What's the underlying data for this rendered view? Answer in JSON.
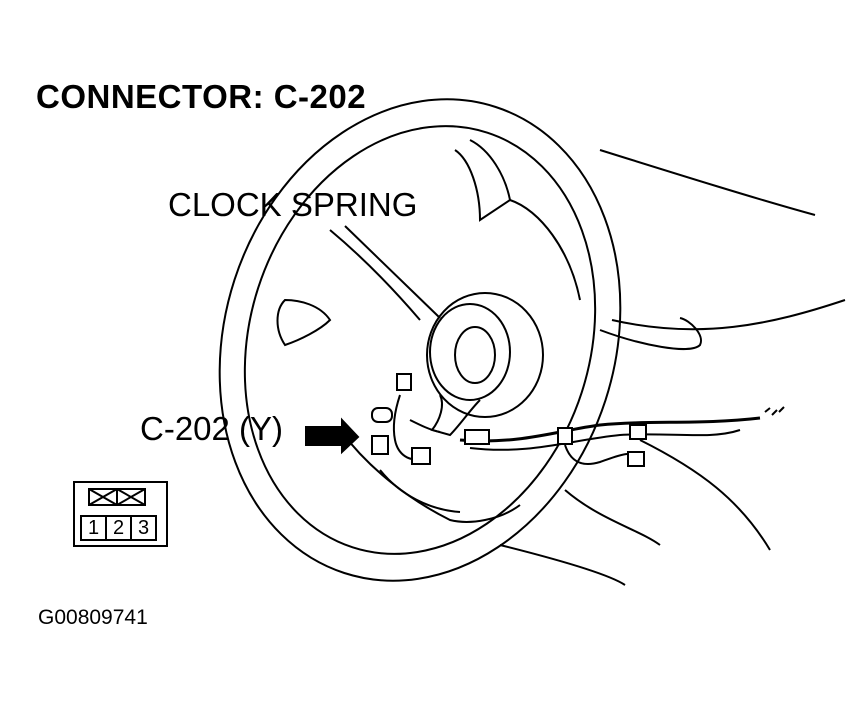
{
  "title": "CONNECTOR: C-202",
  "labels": {
    "clock_spring": "CLOCK SPRING",
    "connector": "C-202 (Y)"
  },
  "connector_face": {
    "pins": [
      "1",
      "2",
      "3"
    ]
  },
  "figure_id": "G00809741"
}
